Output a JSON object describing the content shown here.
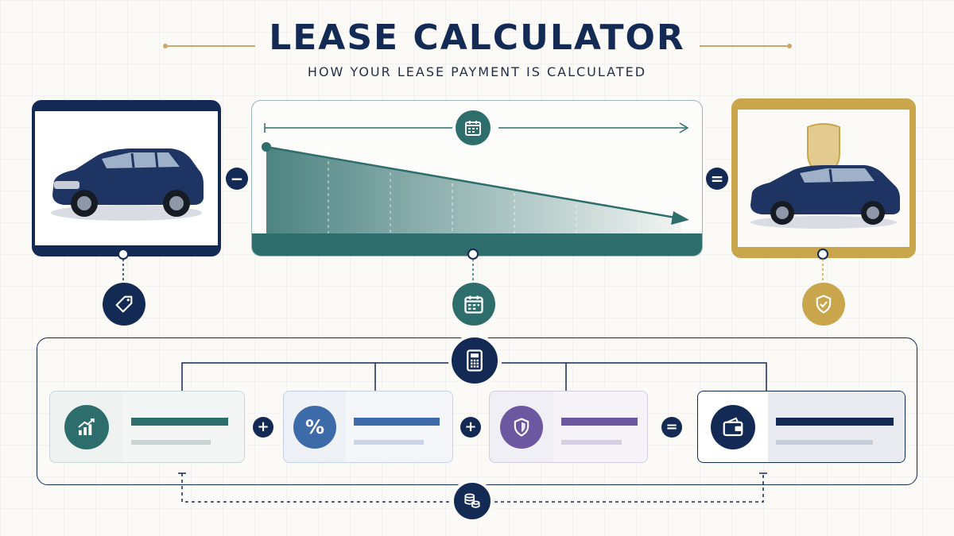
{
  "header": {
    "title": "LEASE CALCULATOR",
    "subtitle": "HOW YOUR LEASE PAYMENT IS CALCULATED"
  },
  "operators": {
    "minus": "−",
    "equals": "=",
    "plus": "+"
  },
  "icons": {
    "top_stage": [
      "car-photo",
      "calendar-icon",
      "shield-car-photo"
    ],
    "nodes": [
      "price-tag-icon",
      "calendar-icon",
      "shield-check-icon"
    ],
    "hub": "calculator-icon",
    "components": [
      "chart-growth-icon",
      "percent-icon",
      "shield-icon",
      "wallet-icon"
    ],
    "footer": "coins-icon",
    "percent_glyph": "%"
  },
  "colors": {
    "navy": "#132a54",
    "teal": "#2d6e6c",
    "gold": "#c9a54b",
    "blue": "#3d6aa8",
    "purple": "#6c58a0"
  }
}
